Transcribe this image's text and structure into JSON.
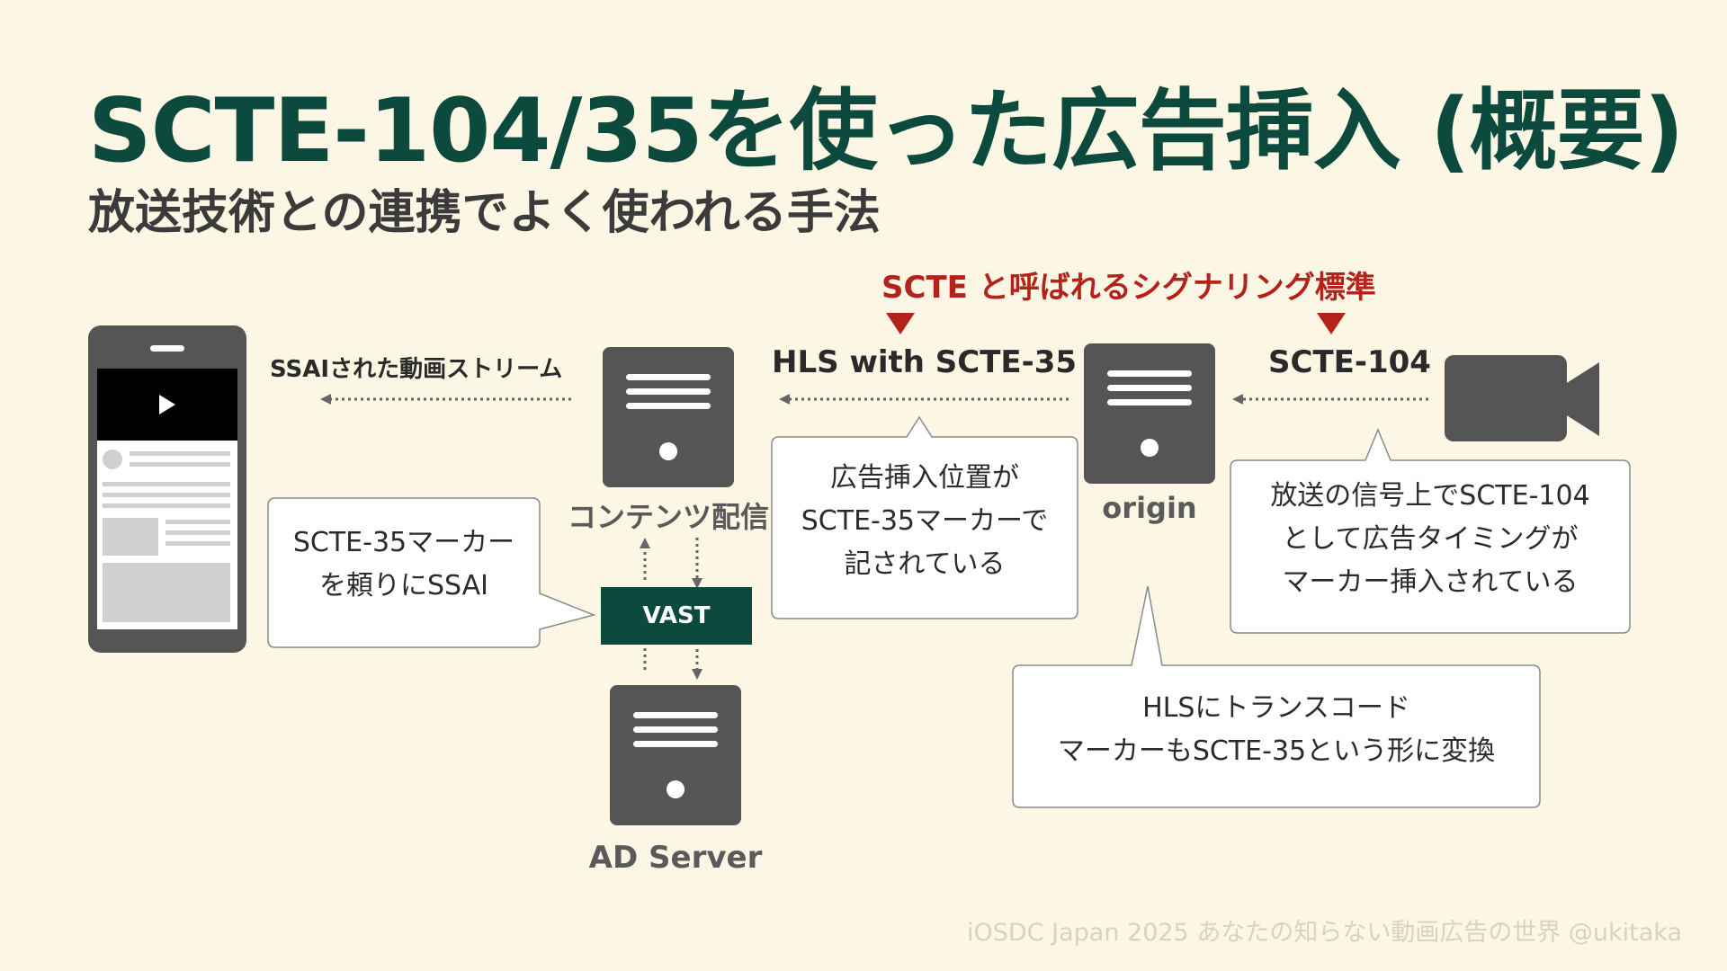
{
  "slide": {
    "title": "SCTE-104/35を使った広告挿入 (概要)",
    "subtitle": "放送技術との連携でよく使われる手法",
    "signaling_label": "SCTE と呼ばれるシグナリング標準",
    "footer": "iOSDC Japan 2025 あなたの知らない動画広告の世界 @ukitaka"
  },
  "labels": {
    "ssai_stream": "SSAIされた動画ストリーム",
    "hls_scte35": "HLS with SCTE-35",
    "scte104": "SCTE-104",
    "content_delivery": "コンテンツ配信",
    "origin": "origin",
    "ad_server": "AD Server",
    "vast": "VAST"
  },
  "callouts": {
    "ssai": [
      "SCTE-35マーカー",
      "を頼りにSSAI"
    ],
    "hls_marker": [
      "広告挿入位置が",
      "SCTE-35マーカーで",
      "記されている"
    ],
    "broadcast": [
      "放送の信号上でSCTE-104",
      "として広告タイミングが",
      "マーカー挿入されている"
    ],
    "transcode": [
      "HLSにトランスコード",
      "マーカーもSCTE-35という形に変換"
    ]
  },
  "icons": [
    "smartphone-icon",
    "play-icon",
    "server-icon",
    "video-camera-icon",
    "arrow-marker-icon"
  ],
  "colors": {
    "accent": "#0d4a3e",
    "highlight": "#b3231c",
    "icon": "#555555",
    "background": "#fcf6e4"
  }
}
